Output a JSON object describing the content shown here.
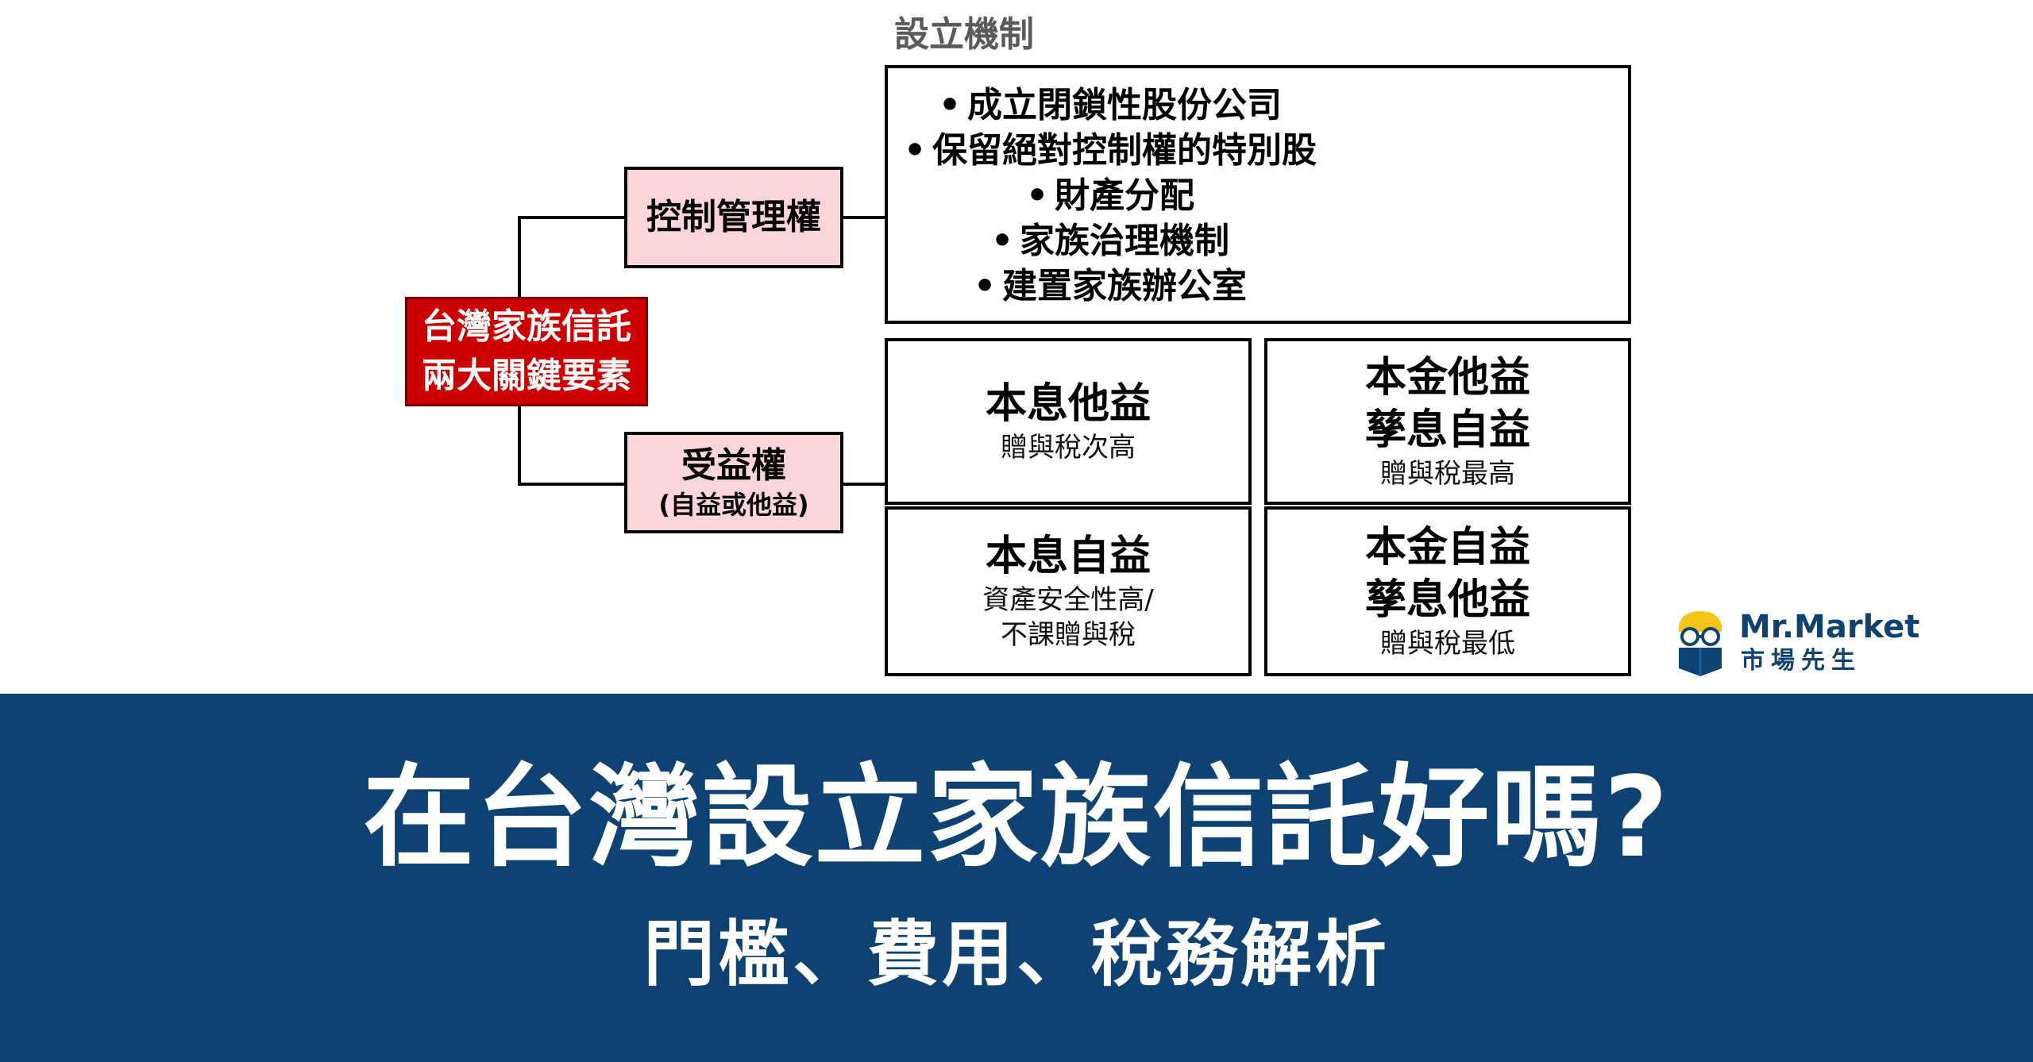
{
  "mechanism": {
    "label": "設立機制",
    "items": [
      "成立閉鎖性股份公司",
      "保留絕對控制權的特別股",
      "財產分配",
      "家族治理機制",
      "建置家族辦公室"
    ]
  },
  "root": {
    "line1": "台灣家族信託",
    "line2": "兩大關鍵要素"
  },
  "control_right": {
    "title": "控制管理權"
  },
  "beneficiary_right": {
    "title": "受益權",
    "subtitle": "(自益或他益)"
  },
  "options": [
    {
      "title_lines": [
        "本息他益"
      ],
      "desc_lines": [
        "贈與稅次高"
      ]
    },
    {
      "title_lines": [
        "本金他益",
        "孳息自益"
      ],
      "desc_lines": [
        "贈與稅最高"
      ]
    },
    {
      "title_lines": [
        "本息自益"
      ],
      "desc_lines": [
        "資產安全性高/",
        "不課贈與稅"
      ]
    },
    {
      "title_lines": [
        "本金自益",
        "孳息他益"
      ],
      "desc_lines": [
        "贈與稅最低"
      ]
    }
  ],
  "logo": {
    "name_en": "Mr.Market",
    "name_zh": "市場先生",
    "icon": "mr-market-mascot-icon",
    "brand_color": "#0e4273",
    "accent_color": "#f5c518"
  },
  "banner": {
    "headline": "在台灣設立家族信託好嗎?",
    "subheadline": "門檻、費用、稅務解析",
    "background_color": "#0e4273"
  },
  "colors": {
    "root_fill": "#cc0000",
    "right_fill": "#fbd5d9"
  }
}
